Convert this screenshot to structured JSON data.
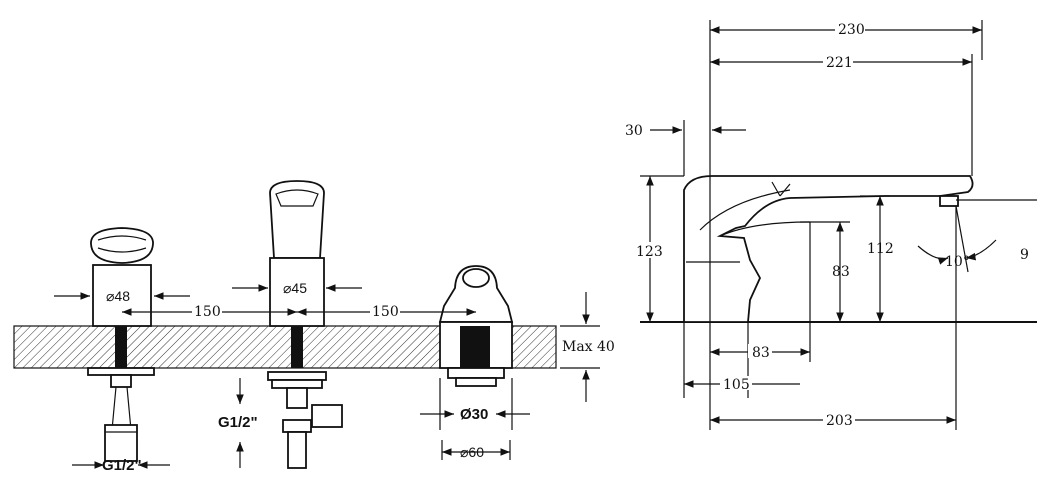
{
  "front_view": {
    "left_diameter": "⌀48",
    "spout_diameter": "⌀45",
    "spacing_left": "150",
    "spacing_right": "150",
    "max_thickness": "Max 40",
    "left_thread": "G1/2\"",
    "center_thread": "G1/2\"",
    "hole_diameter": "Ø30",
    "base_diameter": "⌀60"
  },
  "side_view": {
    "total_length": "230",
    "reach_length": "221",
    "offset": "30",
    "total_height": "123",
    "spout_height": "112",
    "outlet_height": "83",
    "angle": "10°",
    "angle_note": "9",
    "base_width": "83",
    "body_width": "105",
    "outlet_reach": "203"
  },
  "colors": {
    "line": "#111111",
    "hatch": "#333333",
    "background": "#ffffff"
  }
}
